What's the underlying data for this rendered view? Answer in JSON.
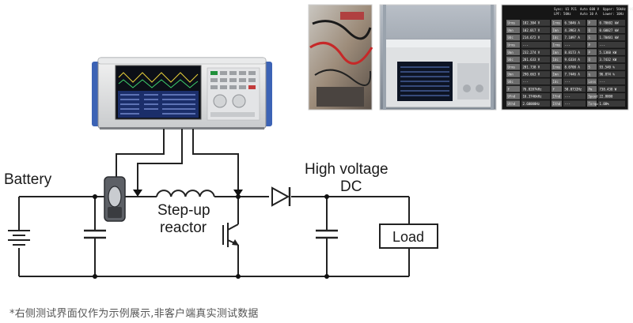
{
  "labels": {
    "battery": "Battery",
    "step_up_line1": "Step-up",
    "step_up_line2": "reactor",
    "hv_line1": "High voltage",
    "hv_line2": "DC",
    "load": "Load"
  },
  "screen": {
    "header": [
      "Sync: U1 PJ1",
      "Auto 600 V",
      "Upper: 50kHz 200ms",
      "LPF: 50Hz",
      "Auto 10 A",
      "Lower: 10Hz"
    ],
    "rows": [
      [
        "Urms",
        "102.304 V",
        "Irms",
        "6.5046 A",
        "P",
        "0.70602 kW"
      ],
      [
        "Umn",
        "102.017 V",
        "Imn",
        "4.3963 A",
        "Q",
        "0.60027 kW"
      ],
      [
        "Udc",
        "214.672 V",
        "Idc",
        "7.1097 A",
        "S",
        "1.70401 kW"
      ],
      [
        "Urms",
        "---",
        "Irms",
        "---",
        "P",
        "---"
      ],
      [
        "Umn",
        "232.274 V",
        "Imn",
        "8.8173 A",
        "P",
        "5.1360 kW"
      ],
      [
        "Udc",
        "281.633 V",
        "Idc",
        "9.6334 A",
        "Q",
        "3.7432 kW"
      ],
      [
        "Urms",
        "281.738 V",
        "Irms",
        "8.0708 A",
        "S",
        "93.540 %"
      ],
      [
        "Umn",
        "290.663 V",
        "Imn",
        "7.7446 A",
        "η",
        "96.874 %"
      ],
      [
        "Udc",
        "---",
        "Idc",
        "---",
        "Loss",
        "---"
      ],
      [
        "f",
        "76.8287kHz",
        "f",
        "50.0732Hz",
        "Pm",
        "738.438 W"
      ],
      [
        "Ufnd",
        "16.3746kHz",
        "Ifnd",
        "---",
        "Speed",
        "22.8000"
      ],
      [
        "Uthd",
        "2.60000Hz",
        "Ithd",
        "---",
        "Torque",
        "1.00%"
      ]
    ]
  }
}
